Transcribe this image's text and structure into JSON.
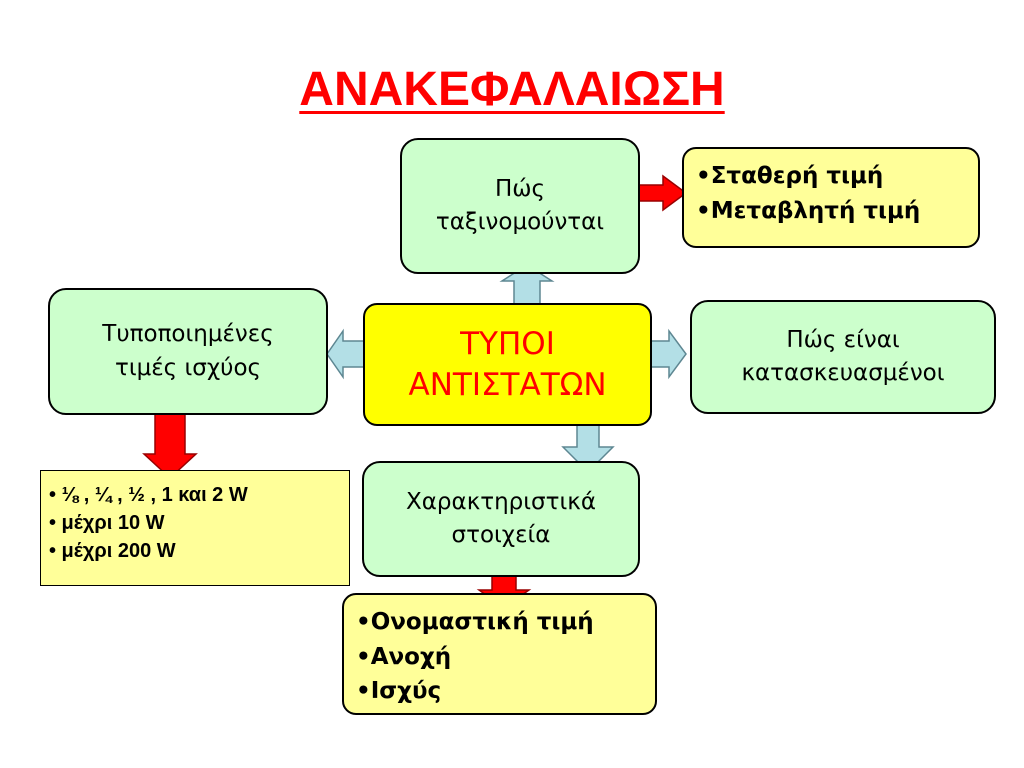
{
  "title": "ΑΝΑΚΕΦΑΛΑΙΩΣΗ",
  "center": {
    "lines": [
      "ΤΥΠΟΙ",
      "ΑΝΤΙΣΤΑΤΩΝ"
    ]
  },
  "classification": {
    "lines": [
      "Πώς",
      "ταξινομούνται"
    ],
    "items": [
      "•Σταθερή τιμή",
      "•Μεταβλητή τιμή"
    ]
  },
  "power_ratings": {
    "lines": [
      "Τυποποιημένες",
      "τιμές ισχύος"
    ],
    "items": [
      "• ⅛ , ¼ , ½ , 1 και 2 W",
      "• μέχρι 10 W",
      "• μέχρι 200 W"
    ]
  },
  "construction": {
    "lines": [
      "Πώς είναι",
      "κατασκευασμένοι"
    ]
  },
  "characteristics": {
    "lines": [
      "Χαρακτηριστικά",
      "στοιχεία"
    ],
    "items": [
      "•Ονομαστική τιμή",
      "•Ανοχή",
      "•Ισχύς"
    ]
  },
  "colors": {
    "title": "#ff0000",
    "box_fill": "#ccffcc",
    "center_fill": "#ffff00",
    "center_text": "#ff0000",
    "list_fill": "#ffff99",
    "connector_arrow": "#b3dfe6",
    "highlight_arrow": "#ff0000"
  }
}
